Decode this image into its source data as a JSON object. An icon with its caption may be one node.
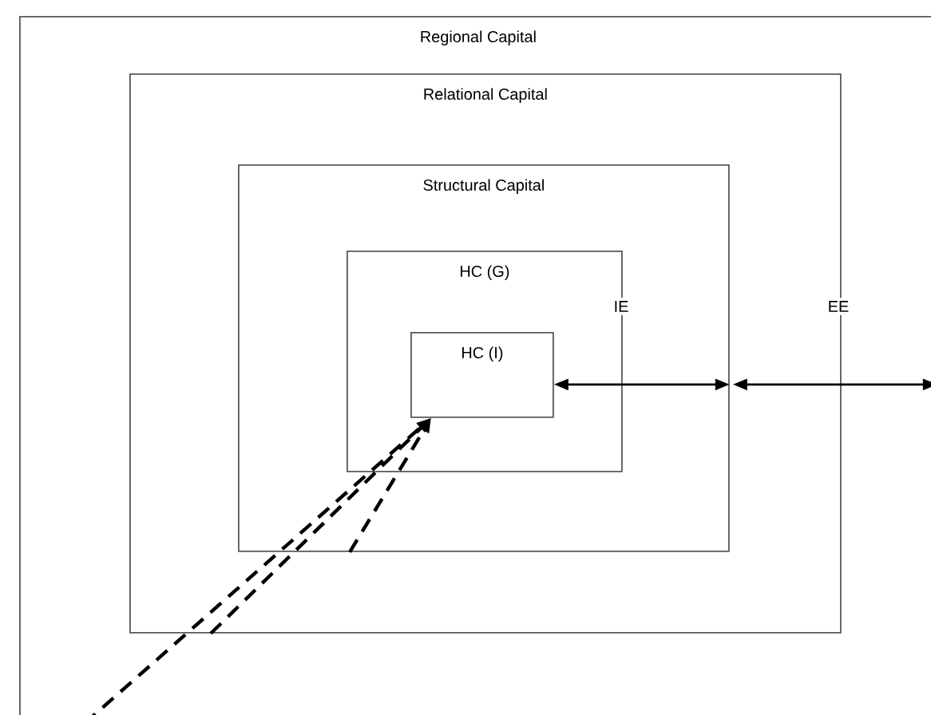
{
  "diagram": {
    "nodes": [
      {
        "text": [
          "Regional Capital"
        ]
      },
      {
        "text": [
          "Relational Capital"
        ],
        "in": 0
      },
      {
        "text": [
          "Structural Capital"
        ],
        "in": 1
      },
      {
        "text": [
          "HC (G)"
        ],
        "in": 2
      },
      {
        "text": [
          "HC (I)"
        ],
        "in": 3
      }
    ],
    "edges": [
      {
        "from": 4,
        "to": 2,
        "arrow": "both"
      },
      {
        "from": 2,
        "to": 0,
        "arrow": "both"
      },
      {
        "from": 0,
        "to": 4,
        "arrow": "to",
        "style": "dashed"
      },
      {
        "from": 1,
        "to": 4,
        "arrow": "to",
        "style": "dashed"
      },
      {
        "from": 2,
        "to": 4,
        "arrow": "to",
        "style": "dashed"
      }
    ],
    "labels": [
      "IE",
      "EE"
    ]
  }
}
